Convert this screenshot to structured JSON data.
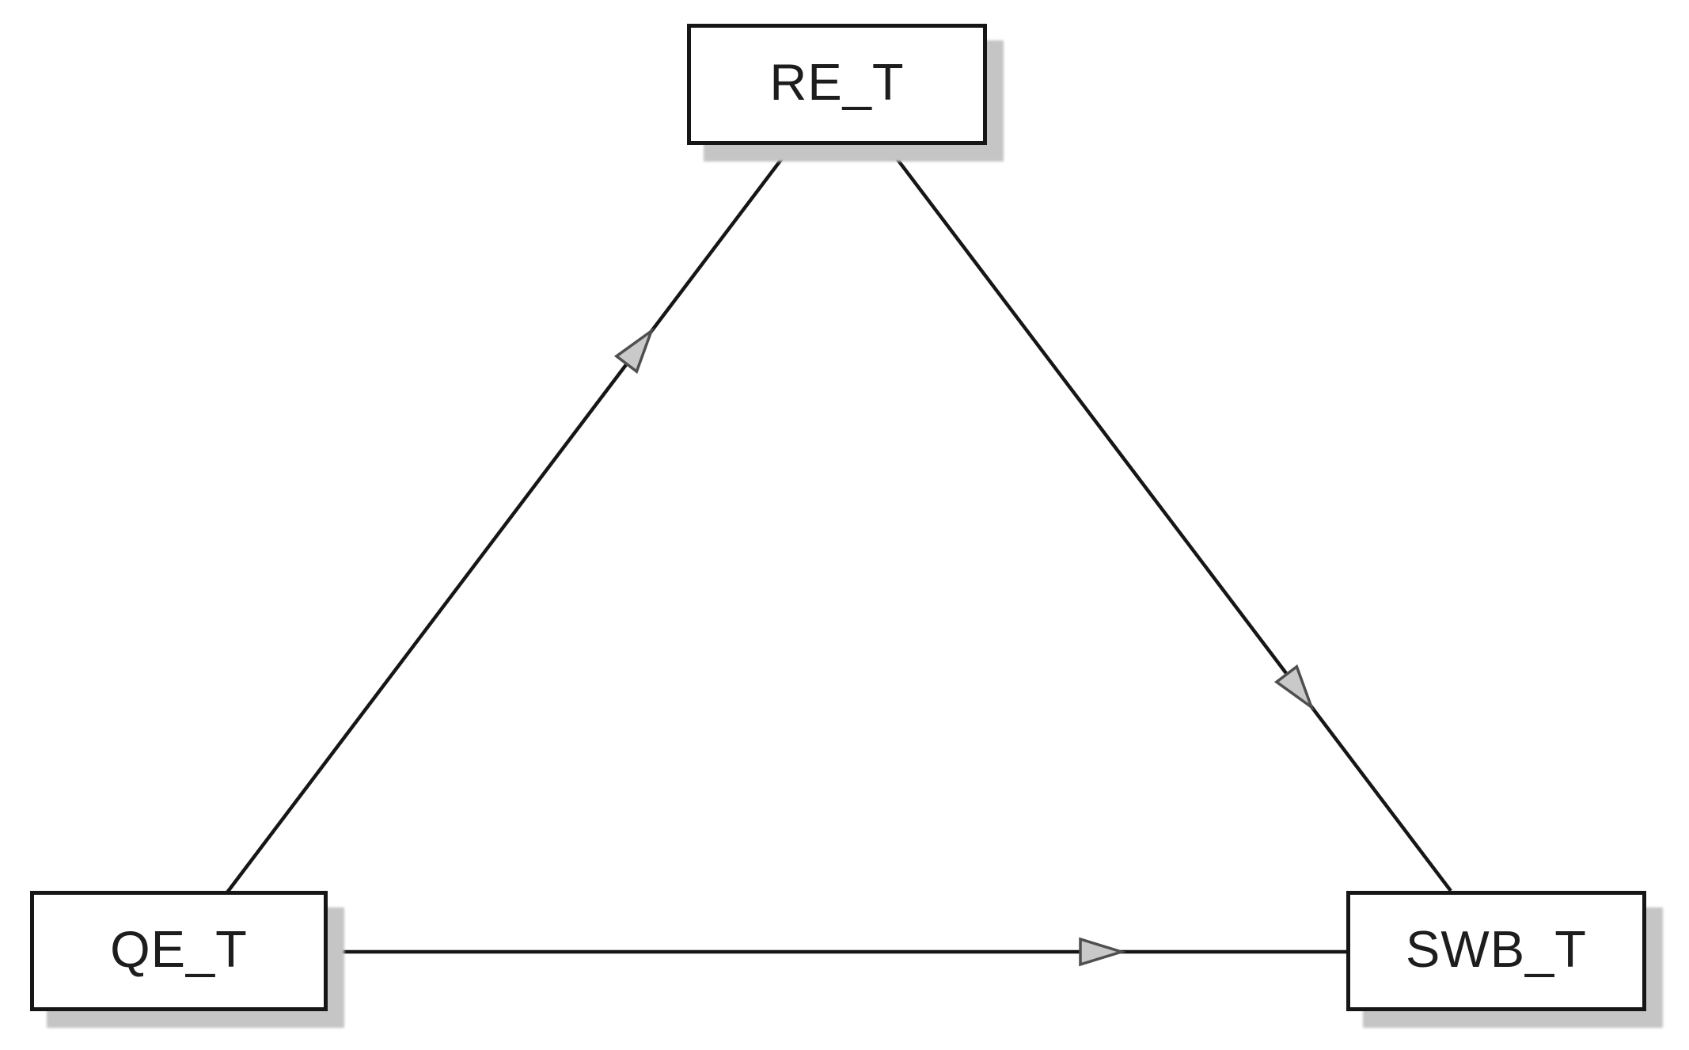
{
  "diagram": {
    "type": "path-model",
    "nodes": [
      {
        "id": "RE_T",
        "label": "RE_T",
        "position": "top-center"
      },
      {
        "id": "QE_T",
        "label": "QE_T",
        "position": "bottom-left"
      },
      {
        "id": "SWB_T",
        "label": "SWB_T",
        "position": "bottom-right"
      }
    ],
    "edges": [
      {
        "from": "QE_T",
        "to": "RE_T",
        "style": "single-headed-arrow"
      },
      {
        "from": "RE_T",
        "to": "SWB_T",
        "style": "single-headed-arrow"
      },
      {
        "from": "QE_T",
        "to": "SWB_T",
        "style": "single-headed-arrow"
      }
    ],
    "colors": {
      "background": "#ffffff",
      "node_fill": "#ffffff",
      "node_border": "#161616",
      "node_shadow": "#c5c5c5",
      "edge_line": "#161616",
      "arrow_fill": "#c9c9c9",
      "arrow_outline": "#4f4f4f",
      "label_text": "#1d1d1d"
    }
  }
}
